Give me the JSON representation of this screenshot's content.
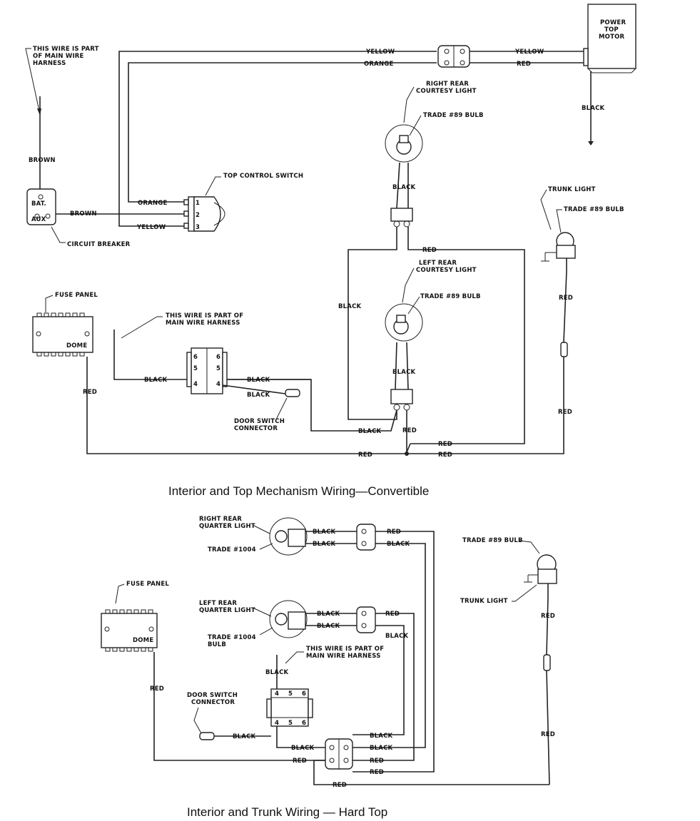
{
  "convertible": {
    "title": "Interior and Top Mechanism Wiring—Convertible",
    "power_top_motor": "POWER TOP MOTOR",
    "harness_note": "THIS WIRE IS PART OF MAIN WIRE HARNESS",
    "top_control_switch": "TOP CONTROL SWITCH",
    "circuit_breaker": "CIRCUIT BREAKER",
    "bat": "BAT.",
    "aux": "AUX",
    "switch_pins": [
      "1",
      "2",
      "3"
    ],
    "right_rear_courtesy": "RIGHT REAR COURTESY LIGHT",
    "left_rear_courtesy": "LEFT REAR COURTESY LIGHT",
    "trade_89_bulb": "TRADE #89 BULB",
    "trunk_light": "TRUNK LIGHT",
    "fuse_panel": "FUSE PANEL",
    "dome": "DOME",
    "harness_note2": "THIS WIRE IS PART OF MAIN WIRE HARNESS",
    "door_switch_connector": "DOOR SWITCH CONNECTOR",
    "connector_pins": [
      "6",
      "5",
      "4"
    ]
  },
  "hardtop": {
    "title": "Interior and Trunk Wiring — Hard Top",
    "right_rear_quarter": "RIGHT REAR QUARTER LIGHT",
    "left_rear_quarter": "LEFT REAR QUARTER LIGHT",
    "trade_1004": "TRADE #1004",
    "trade_1004_bulb": "TRADE #1004 BULB",
    "trade_89_bulb": "TRADE #89 BULB",
    "trunk_light": "TRUNK LIGHT",
    "fuse_panel": "FUSE PANEL",
    "dome": "DOME",
    "harness_note": "THIS WIRE IS PART OF MAIN WIRE HARNESS",
    "door_switch_connector": "DOOR SWITCH CONNECTOR",
    "connector_pins": [
      "4",
      "5",
      "6"
    ]
  },
  "wire_colors": {
    "yellow": "YELLOW",
    "orange": "ORANGE",
    "red": "RED",
    "black": "BLACK",
    "brown": "BROWN"
  }
}
